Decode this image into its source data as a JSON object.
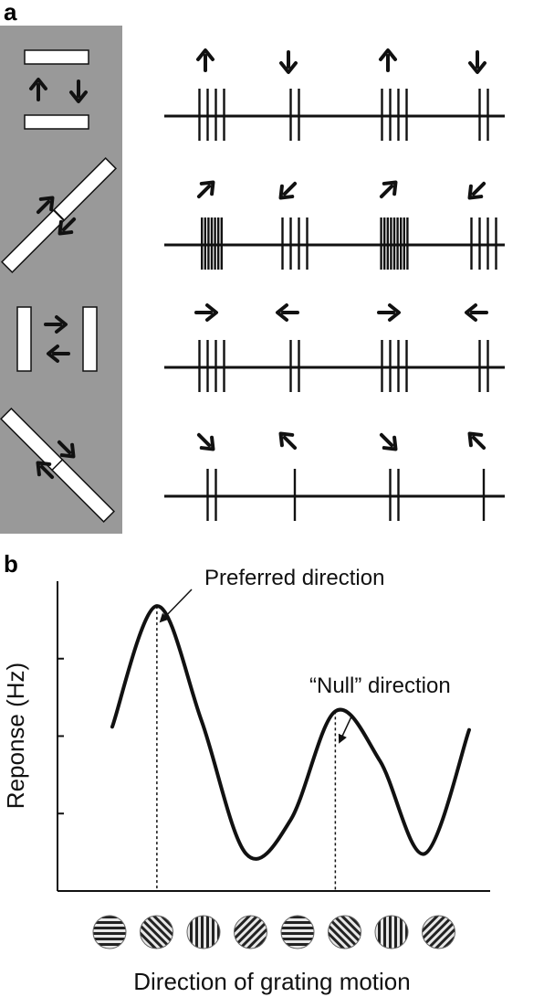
{
  "panel_a": {
    "letter": "a",
    "background_color": "#999999",
    "rows": [
      {
        "stimulus": "horizontal-bars-up-down",
        "arrows": [
          "up-arrow-icon",
          "down-arrow-icon",
          "up-arrow-icon",
          "down-arrow-icon"
        ],
        "spike_bursts": [
          4,
          2,
          4,
          2
        ]
      },
      {
        "stimulus": "diagonal-bars-ne-sw",
        "arrows": [
          "up-right-arrow-icon",
          "down-left-arrow-icon",
          "up-right-arrow-icon",
          "down-left-arrow-icon"
        ],
        "spike_bursts": [
          7,
          4,
          9,
          4
        ]
      },
      {
        "stimulus": "vertical-bars-right-left",
        "arrows": [
          "right-arrow-icon",
          "left-arrow-icon",
          "right-arrow-icon",
          "left-arrow-icon"
        ],
        "spike_bursts": [
          4,
          2,
          4,
          2
        ]
      },
      {
        "stimulus": "diagonal-bars-se-nw",
        "arrows": [
          "down-right-arrow-icon",
          "up-left-arrow-icon",
          "down-right-arrow-icon",
          "up-left-arrow-icon"
        ],
        "spike_bursts": [
          2,
          1,
          2,
          1
        ]
      }
    ]
  },
  "panel_b": {
    "letter": "b",
    "ylabel": "Reponse (Hz)",
    "xlabel": "Direction of grating motion",
    "annotation_preferred": "Preferred direction",
    "annotation_null": "“Null” direction",
    "grating_icons": [
      "horizontal-grating-icon",
      "diagonal-grating-icon",
      "vertical-grating-icon",
      "diagonal-grating-icon",
      "horizontal-grating-icon",
      "diagonal-grating-icon",
      "vertical-grating-icon",
      "diagonal-grating-icon"
    ]
  },
  "chart_data": {
    "type": "line",
    "title": "",
    "xlabel": "Direction of grating motion",
    "ylabel": "Reponse (Hz)",
    "x": [
      0,
      1,
      2,
      3,
      4,
      5,
      6,
      7,
      8
    ],
    "y": [
      0.53,
      0.92,
      0.55,
      0.12,
      0.23,
      0.58,
      0.42,
      0.12,
      0.52
    ],
    "peaks": [
      {
        "label": "Preferred direction",
        "x": 1,
        "y": 0.92
      },
      {
        "label": "“Null” direction",
        "x": 5,
        "y": 0.58
      }
    ],
    "ylim": [
      0,
      1
    ],
    "grid": false
  }
}
